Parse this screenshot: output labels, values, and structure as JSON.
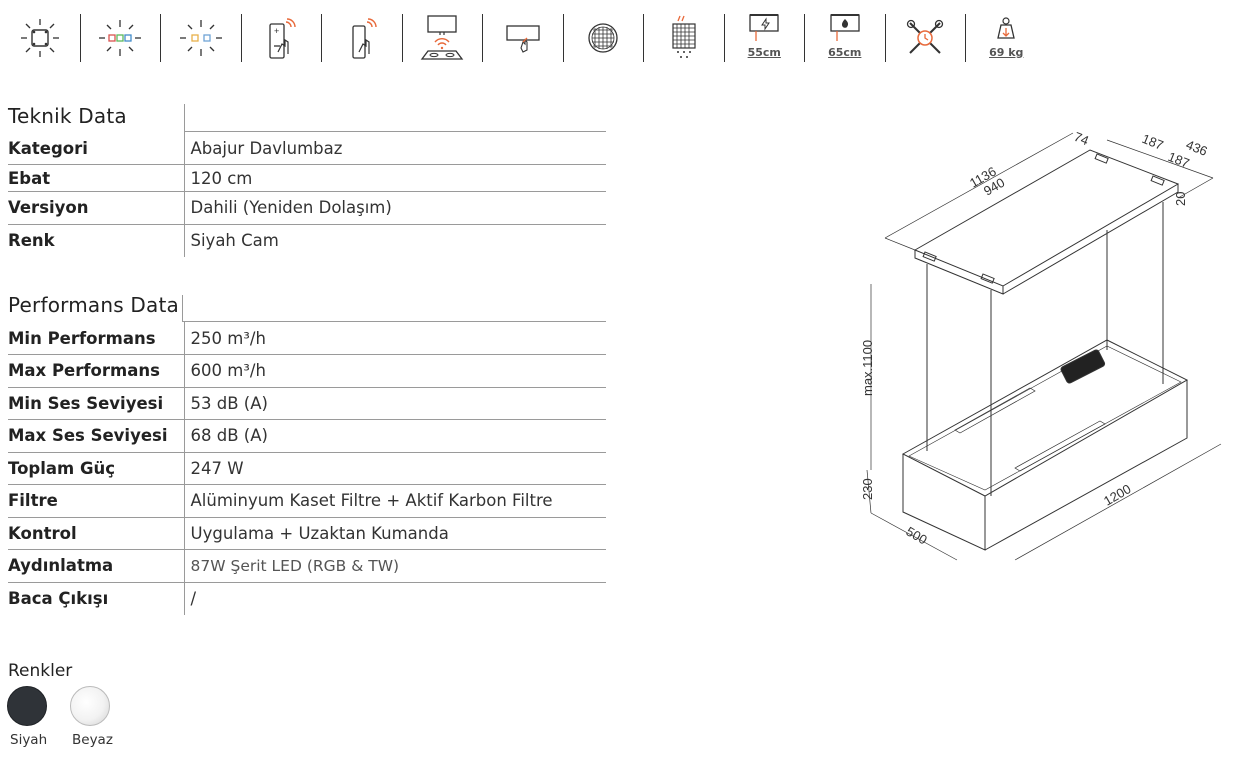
{
  "icons": {
    "items": [
      {
        "name": "light-icon"
      },
      {
        "name": "rgb-light-icon"
      },
      {
        "name": "tw-light-icon"
      },
      {
        "name": "touch-control-icon"
      },
      {
        "name": "remote-control-icon"
      },
      {
        "name": "hob-connect-icon"
      },
      {
        "name": "sensor-control-icon"
      },
      {
        "name": "metal-filter-icon"
      },
      {
        "name": "carbon-filter-icon"
      },
      {
        "name": "electric-hob-distance-icon",
        "label": "55cm"
      },
      {
        "name": "gas-hob-distance-icon",
        "label": "65cm"
      },
      {
        "name": "maintenance-timer-icon"
      },
      {
        "name": "weight-icon",
        "label": "69 kg"
      }
    ],
    "accent_color": "#e8693a"
  },
  "technical": {
    "title": "Teknik Data",
    "rows": [
      {
        "key": "Kategori",
        "value": "Abajur Davlumbaz"
      },
      {
        "key": "Ebat",
        "value": "120 cm"
      },
      {
        "key": "Versiyon",
        "value": "Dahili (Yeniden Dolaşım)"
      },
      {
        "key": "Renk",
        "value": "Siyah Cam"
      }
    ]
  },
  "performance": {
    "title": "Performans Data",
    "rows": [
      {
        "key": "Min Performans",
        "value": "250 m³/h"
      },
      {
        "key": "Max Performans",
        "value": "600 m³/h"
      },
      {
        "key": "Min Ses Seviyesi",
        "value": "53 dB (A)"
      },
      {
        "key": "Max Ses Seviyesi",
        "value": "68 dB (A)"
      },
      {
        "key": "Toplam Güç",
        "value": "247 W"
      },
      {
        "key": "Filtre",
        "value": "Alüminyum Kaset Filtre + Aktif Karbon Filtre"
      },
      {
        "key": "Kontrol",
        "value": "Uygulama + Uzaktan Kumanda"
      },
      {
        "key": "Aydınlatma",
        "value": "87W Şerit LED (RGB & TW)"
      },
      {
        "key": "Baca Çıkışı",
        "value": "/"
      }
    ]
  },
  "colors": {
    "title": "Renkler",
    "options": [
      {
        "label": "Siyah",
        "hex": "#2f3338"
      },
      {
        "label": "Beyaz",
        "hex": "#f2f2f2"
      }
    ]
  },
  "drawing": {
    "dimensions": {
      "total_depth": "436",
      "mount_width_a": "187",
      "mount_width_b": "187",
      "mount_offset": "74",
      "mount_length_total": "1136",
      "mount_length_inner": "940",
      "mount_height": "20",
      "cable_length": "max.1100",
      "body_height": "230",
      "body_depth": "500",
      "body_width": "1200"
    }
  }
}
